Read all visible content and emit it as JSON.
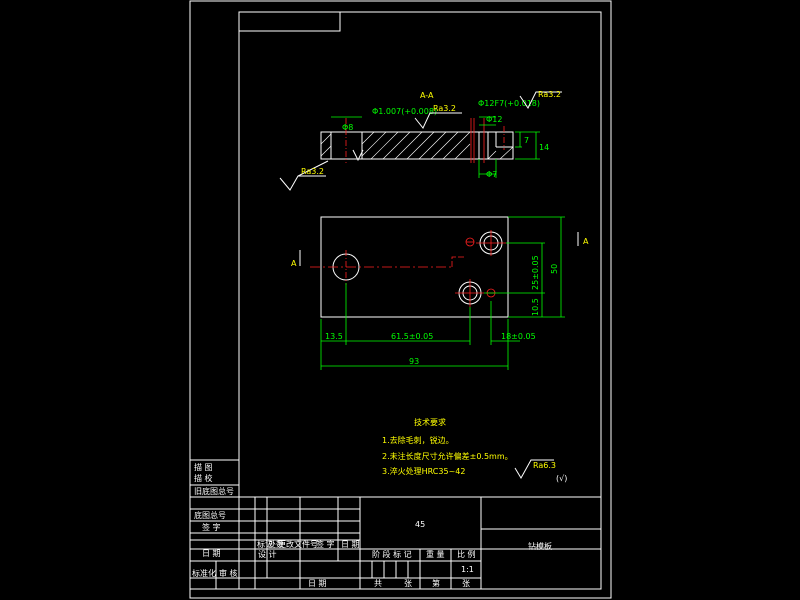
{
  "section_label": "A-A",
  "view_marker": "A",
  "roughness": {
    "left_side": "Ra3.2",
    "top_mid": "Ra3.2",
    "top_right": "Ra3.2",
    "note_area": "Ra6.3"
  },
  "section_dims": {
    "hole_left": "Φ1.007(+0.008)",
    "hole_right": "Φ12F7(+0.018)",
    "hole_mid": "Φ12",
    "height_inner": "7",
    "height_total": "14",
    "left_small": "Φ8",
    "bottom": "Φ7"
  },
  "plan_dims": {
    "bottom_left": "13.5",
    "bottom_mid": "61.5±0.05",
    "bottom_right": "18±0.05",
    "bottom_total": "93",
    "right_upper": "25±0.05",
    "right_total": "50",
    "right_lower": "10.5"
  },
  "notes": {
    "title": "技术要求",
    "lines": [
      "1.去除毛刺，锐边。",
      "2.未注长度尺寸允许偏差±0.5mm。",
      "3.淬火处理HRC35~42"
    ],
    "check_symbol": "(√)"
  },
  "title_block": {
    "part_name": "钻模板",
    "material": "45",
    "scale": "1:1",
    "side_1": "描 图",
    "side_2": "描 校",
    "side_3": "旧底图总号",
    "side_4": "底图总号",
    "side_5": "签 字",
    "side_6": "日 期",
    "row_mark": "标记",
    "row_count": "处数",
    "row_file": "更改文件号",
    "row_sign": "签 字",
    "row_date": "日 期",
    "row_design": "设 计",
    "row_std": "标准化",
    "row_check": "审 核",
    "row_date2": "日 期",
    "stage_label": "阶 段 标 记",
    "weight_label": "重 量",
    "scale_label": "比 例",
    "total_label": "共",
    "sheet_label": "张",
    "page_label": "第",
    "page_sheet": "张"
  }
}
